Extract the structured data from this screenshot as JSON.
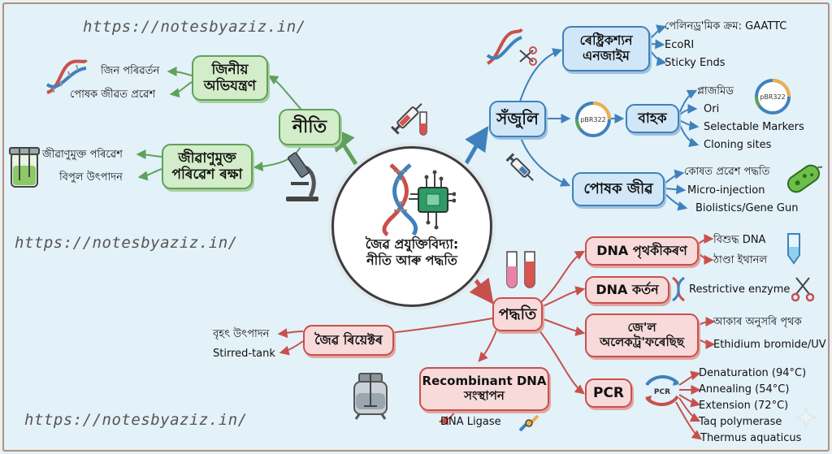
{
  "watermarks": [
    "https://notesbyaziz.in/",
    "https://notesbyaziz.in/",
    "https://notesbyaziz.in/"
  ],
  "center": {
    "line1": "জৈৱ প্ৰযুক্তিবিদ্যা:",
    "line2": "নীতি আৰু পদ্ধতি"
  },
  "niti": {
    "label": "নীতি",
    "genetic": {
      "line1": "জিনীয়",
      "line2": "অভিযন্ত্ৰণ",
      "leaves": [
        "জিন পৰিৱৰ্তন",
        "পোষক জীৱত প্ৰৱেশ"
      ]
    },
    "aseptic": {
      "line1": "জীৱাণুমুক্ত",
      "line2": "পৰিৱেশ ৰক্ষা",
      "leaves": [
        "জীৱাণুমুক্ত পৰিৱেশ",
        "বিপুল উৎপাদন"
      ]
    }
  },
  "tools": {
    "label": "সঁজুলি",
    "restriction": {
      "line1": "ৰেষ্ট্ৰিকশ্যন",
      "line2": "এনজাইম",
      "leaves": [
        "পেলিনড্ৰ'মিক ক্ৰম: GAATTC",
        "EcoRI",
        "Sticky Ends"
      ]
    },
    "vector": {
      "label": "বাহক",
      "plasmid_label": "pBR322",
      "leaves": [
        "প্লাজমিড",
        "Ori",
        "Selectable Markers",
        "Cloning sites"
      ]
    },
    "host": {
      "label": "পোষক জীৱ",
      "leaves": [
        "কোষত প্ৰৱেশ পদ্ধতি",
        "Micro-injection",
        "Biolistics/Gene Gun"
      ]
    }
  },
  "methods": {
    "label": "পদ্ধতি",
    "isolation": {
      "label": "DNA পৃথকীকৰণ",
      "leaves": [
        "বিশুদ্ধ DNA",
        "ঠাণ্ডা ইথানল"
      ]
    },
    "cutting": {
      "label": "DNA কৰ্তন",
      "leaves": [
        "Restrictive enzyme"
      ]
    },
    "gel": {
      "line1": "জে'ল",
      "line2": "অলেকট্ৰ'ফৰেছিছ",
      "leaves": [
        "আকাৰ অনুসৰি পৃথক",
        "Ethidium bromide/UV"
      ]
    },
    "pcr": {
      "label": "PCR",
      "cycle_label": "PCR",
      "leaves": [
        "Denaturation (94°C)",
        "Annealing (54°C)",
        "Extension (72°C)",
        "Taq polymerase",
        "Thermus aquaticus"
      ]
    },
    "recombinant": {
      "line1": "Recombinant DNA",
      "line2": "সংস্থাপন",
      "leaves": [
        "DNA Ligase"
      ]
    },
    "bioreactor": {
      "label": "জৈৱ ৰিয়েক্টৰ",
      "leaves": [
        "বৃহৎ উৎপাদন",
        "Stirred-tank"
      ]
    }
  },
  "colors": {
    "green": "#5fa15a",
    "blue": "#3f81bc",
    "red": "#c8504c",
    "background": "#e3f1f8"
  },
  "icons": [
    "dna-icon",
    "circuit-chip-icon",
    "syringe-icon",
    "test-tube-icon",
    "microscope-icon",
    "flask-icon",
    "scissors-icon",
    "plasmid-icon",
    "bacterium-icon",
    "pcr-cycle-icon",
    "bioreactor-icon",
    "ligase-icon",
    "sparkle-icon"
  ]
}
